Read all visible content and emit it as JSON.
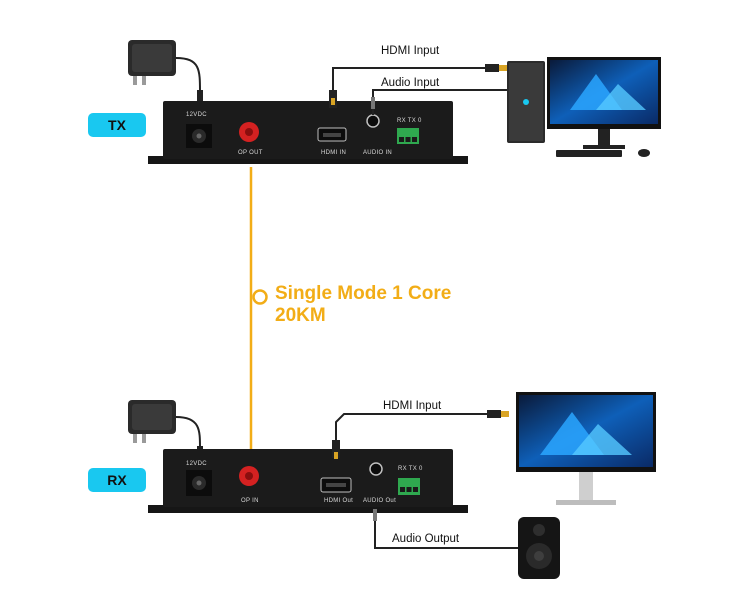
{
  "tx": {
    "tag": "TX",
    "power_label": "12VDC",
    "op_label": "OP OUT",
    "hdmi_label": "HDMI IN",
    "audio_label": "AUDIO IN",
    "rs232_label": "RX TX 0",
    "hdmi_cable_label": "HDMI Input",
    "audio_cable_label": "Audio Input"
  },
  "fiber": {
    "line1": "Single Mode 1 Core",
    "line2": "20KM",
    "color": "#f2ad17"
  },
  "rx": {
    "tag": "RX",
    "power_label": "12VDC",
    "op_label": "OP IN",
    "hdmi_label": "HDMI Out",
    "audio_label": "AUDIO Out",
    "rs232_label": "RX TX 0",
    "hdmi_cable_label": "HDMI Input",
    "audio_cable_label": "Audio Output"
  },
  "colors": {
    "tag": "#19c8f0",
    "device": "#1b1b1b",
    "terminal": "#2fa84f",
    "fiber": "#f2ad17"
  },
  "icons": [
    "power-adapter-icon",
    "desktop-pc-icon",
    "monitor-icon",
    "keyboard-icon",
    "mouse-icon",
    "speaker-icon"
  ]
}
